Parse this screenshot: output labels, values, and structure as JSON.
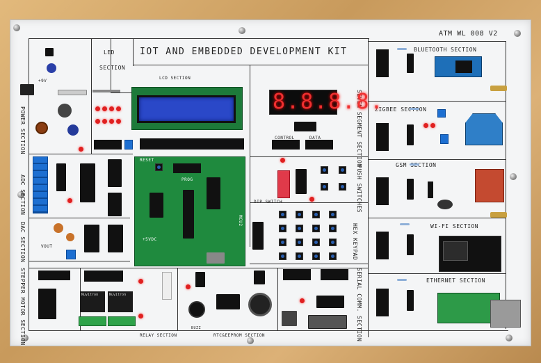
{
  "board": {
    "title": "IOT AND EMBEDDED DEVELOPMENT KIT",
    "model": "ATM WL 008 V2"
  },
  "sections": {
    "led": "LED",
    "led2": "SECTION",
    "power": "POWER SECTION",
    "adc": "ADC SECTION",
    "dac": "DAC SECTION",
    "stepper": "STEPPER MOTOR SECTION",
    "lcd": "LCD SECTION",
    "seven_seg": "SEVEN SEGMENT SECTION",
    "push": "PUSH SWITCHES",
    "dip": "DIP SWITCH",
    "hex": "HEX KEYPAD",
    "serial": "SERIAL COMM. SECTION",
    "relay": "RELAY SECTION",
    "rtc": "RTC&EEPROM SECTION",
    "bluetooth": "BLUETOOTH SECTION",
    "zigbee": "ZIGBEE SECTION",
    "gsm": "GSM SECTION",
    "wifi": "WI-FI SECTION",
    "ethernet": "ETHERNET SECTION",
    "control": "CONTROL",
    "data": "DATA"
  },
  "mcu": {
    "reset": "RESET",
    "prog": "PROG",
    "vdc": "+5VDC",
    "name": "MCU2"
  },
  "display": {
    "seven_seg_value": "8.8.8.8."
  },
  "misc": {
    "vout": "VOUT",
    "plus9v": "+9V",
    "buzz": "BUZZ"
  },
  "colors": {
    "board": "#f4f5f6",
    "pcb": "#1d7a3a",
    "lcd": "#2a48c8",
    "wood": "#d6a86a"
  }
}
